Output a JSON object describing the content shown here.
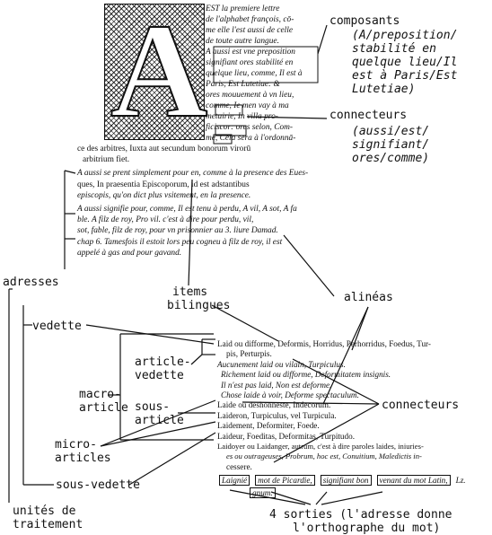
{
  "labels": {
    "composants_title": "composants",
    "composants_desc": [
      "(A/preposition/",
      "stabilité en",
      "quelque lieu/Il",
      "est à Paris/Est",
      "Lutetiae)"
    ],
    "connecteurs_title": "connecteurs",
    "connecteurs_desc": [
      "(aussi/est/",
      "signifiant/",
      "ores/comme)"
    ],
    "adresses": "adresses",
    "items": "items",
    "bilingues": "bilingues",
    "alineas": "alinéas",
    "vedette": "vedette",
    "article_vedette_1": "article-",
    "article_vedette_2": "vedette",
    "macro_1": "macro-",
    "macro_2": "article",
    "sous_article_1": "sous-",
    "sous_article_2": "article",
    "micro_1": "micro-",
    "micro_2": "articles",
    "connecteurs_bottom": "connecteurs",
    "sous_vedette": "sous-vedette",
    "unites_1": "unités de",
    "unites_2": "traitement",
    "sorties_1": "4 sorties (l'adresse donne",
    "sorties_2": "l'orthographe du mot)"
  },
  "top_entry": {
    "initial": "A",
    "right_lines": [
      "EST la premiere lettre",
      "de l'alphabet françois, cō-",
      "me elle l'est aussi de celle",
      "de toute autre langue.",
      "A aussi est vne preposition",
      "signifiant ores stabilité en",
      "quelque lieu, comme, Il est à",
      "Paris, Est Lutetiae: &",
      "ores mouuement à vn lieu,",
      "comme, Ie men vay à ma",
      "metairie, In villa pro-",
      "ficiscor: ores selon, Com-",
      "me, Cela sera à l'ordonnā-"
    ],
    "full_lines": [
      "ce des arbitres, Iuxta aut secundum bonorum virorū",
      "arbitrium fiet.",
      "A aussi se prent simplement pour en, comme à la presence des Eues-",
      "ques, In praesentia Episcoporum, id est adstantibus",
      "episcopis, qu'on dict plus vsitement, en la presence.",
      "A aussi signifie pour, comme, Il est tenu à perdu, A vil, A sot, A fa",
      "ble. A filz de roy, Pro vil. c'est à dire pour perdu, vil,",
      "sot, fable, filz de roy, pour vn prisonnier au 3. liure Damad.",
      "chap 6. Tamesfois il estoit lors peu cogneu à filz de roy, il est",
      "appelé à gas and pour gavand."
    ]
  },
  "bottom_entry": {
    "lines": [
      "Laid ou difforme, Deformis, Horridus, Perhorridus, Foedus, Tur-",
      "pis, Perturpis.",
      "Aucunement laid ou vilain, Turpiculus.",
      "Richement laid ou difforme, Deformitatem insignis.",
      "Il n'est pas laid, Non est deforme.",
      "Chose laide à voir, Deforme spectaculum.",
      "Laide ou deshonneste, Indecorum.",
      "Laideron, Turpiculus, vel Turpicula.",
      "Laidement, Deformiter, Foede.",
      "Laideur, Foeditas, Deformitas, Turpitudo.",
      "Laidoyer ou Laidanger, autrum, c'est à dire paroles laides, iniuries-",
      "es ou outrageuses, Probrum, hoc est, Conuitium, Maledictis in-",
      "cessere."
    ],
    "sorties": [
      "Laignié",
      "mot de Picardie,",
      "signifiant bon",
      "venant du mot Latin,",
      "Lz.",
      "gnum."
    ]
  }
}
